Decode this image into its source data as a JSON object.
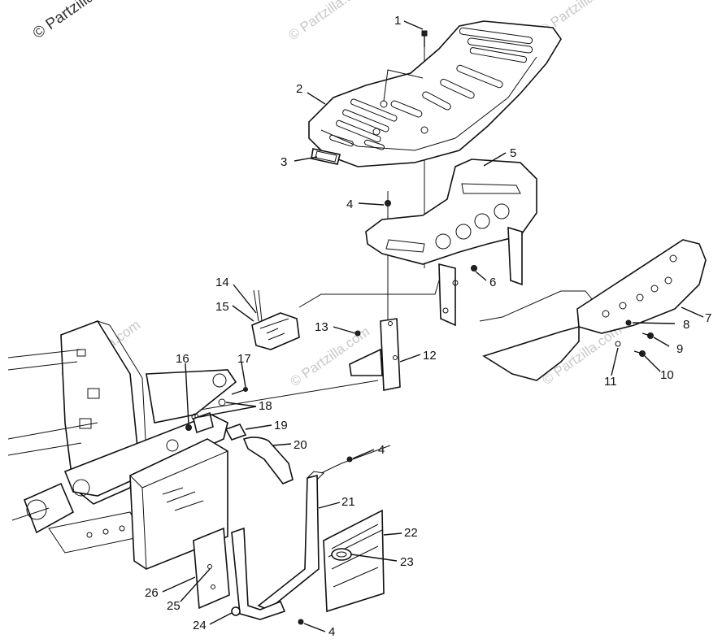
{
  "watermark": {
    "main": "© Partzilla.com",
    "ghost": "© Partzilla.com"
  },
  "callouts": [
    {
      "id": "c1",
      "label": "1"
    },
    {
      "id": "c2",
      "label": "2"
    },
    {
      "id": "c3",
      "label": "3"
    },
    {
      "id": "c4a",
      "label": "4"
    },
    {
      "id": "c5",
      "label": "5"
    },
    {
      "id": "c6",
      "label": "6"
    },
    {
      "id": "c7",
      "label": "7"
    },
    {
      "id": "c8",
      "label": "8"
    },
    {
      "id": "c9",
      "label": "9"
    },
    {
      "id": "c10",
      "label": "10"
    },
    {
      "id": "c11",
      "label": "11"
    },
    {
      "id": "c12",
      "label": "12"
    },
    {
      "id": "c13",
      "label": "13"
    },
    {
      "id": "c14",
      "label": "14"
    },
    {
      "id": "c15",
      "label": "15"
    },
    {
      "id": "c16",
      "label": "16"
    },
    {
      "id": "c17",
      "label": "17"
    },
    {
      "id": "c18",
      "label": "18"
    },
    {
      "id": "c19",
      "label": "19"
    },
    {
      "id": "c20",
      "label": "20"
    },
    {
      "id": "c4b",
      "label": "4"
    },
    {
      "id": "c21",
      "label": "21"
    },
    {
      "id": "c22",
      "label": "22"
    },
    {
      "id": "c23",
      "label": "23"
    },
    {
      "id": "c26",
      "label": "26"
    },
    {
      "id": "c25",
      "label": "25"
    },
    {
      "id": "c24",
      "label": "24"
    },
    {
      "id": "c4c",
      "label": "4"
    }
  ]
}
